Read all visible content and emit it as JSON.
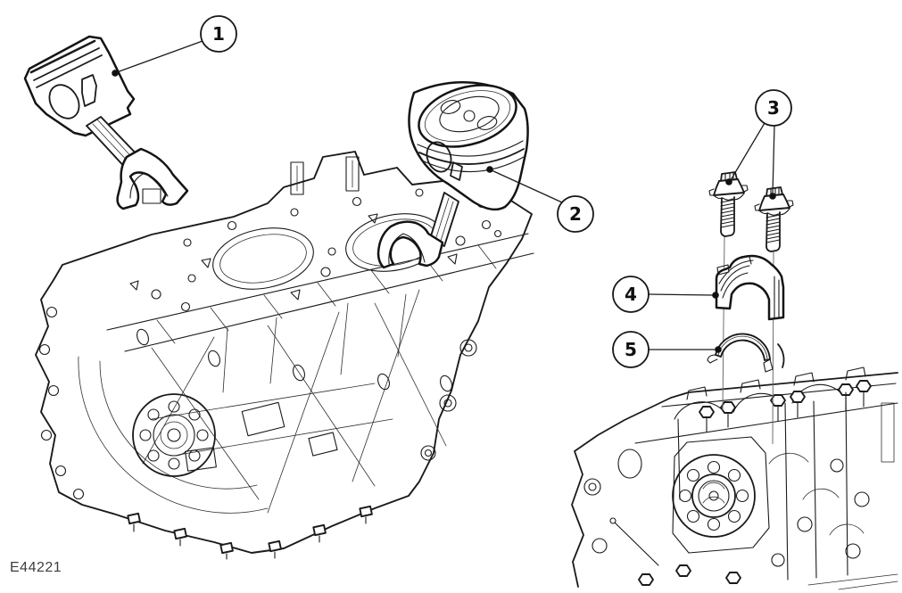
{
  "figure": {
    "code": "E44221",
    "background_color": "#ffffff",
    "line_color": "#1a1a1a",
    "callouts": [
      {
        "number": "1"
      },
      {
        "number": "2"
      },
      {
        "number": "3"
      },
      {
        "number": "4"
      },
      {
        "number": "5"
      }
    ]
  }
}
